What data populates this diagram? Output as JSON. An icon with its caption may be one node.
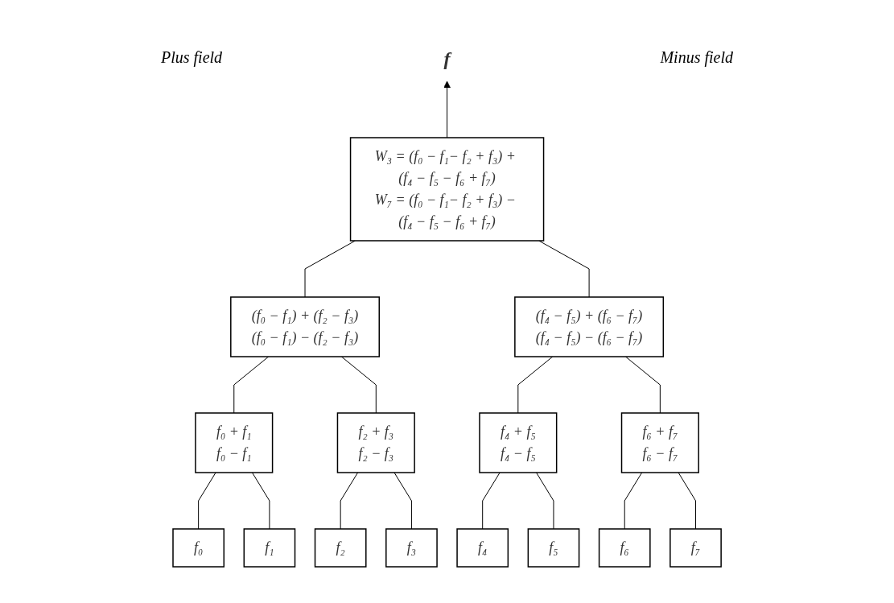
{
  "diagram": {
    "nodes": [
      {
        "text": [
          "f"
        ]
      },
      {
        "text": [
          "W₃ = (f₀ − f₁− f₂ + f₃) + (f₄ − f₅ − f₆ + f₇)",
          "W₇ = (f₀ − f₁− f₂ + f₃) − (f₄ − f₅ − f₆ + f₇)"
        ]
      },
      {
        "text": [
          "(f₀ − f₁) + (f₂ − f₃)",
          "(f₀ − f₁) − (f₂ − f₃)"
        ]
      },
      {
        "text": [
          "(f₄ − f₅) + (f₆ − f₇)",
          "(f₄ − f₅) − (f₆ − f₇)"
        ]
      },
      {
        "text": [
          "f₀ + f₁",
          "f₀ − f₁"
        ]
      },
      {
        "text": [
          "f₂ + f₃",
          "f₂ − f₃"
        ]
      },
      {
        "text": [
          "f₄ + f₅",
          "f₄ − f₅"
        ]
      },
      {
        "text": [
          "f₆ + f₇",
          "f₆ − f₇"
        ]
      },
      {
        "text": [
          "f₀"
        ]
      },
      {
        "text": [
          "f₁"
        ]
      },
      {
        "text": [
          "f₂"
        ]
      },
      {
        "text": [
          "f₃"
        ]
      },
      {
        "text": [
          "f₄"
        ]
      },
      {
        "text": [
          "f₅"
        ]
      },
      {
        "text": [
          "f₆"
        ]
      },
      {
        "text": [
          "f₇"
        ]
      }
    ],
    "edges": [
      {
        "from": 1,
        "to": 0,
        "arrow": "to"
      },
      {
        "from": 1,
        "to": 2,
        "arrow": "none"
      },
      {
        "from": 1,
        "to": 3,
        "arrow": "none"
      },
      {
        "from": 2,
        "to": 4,
        "arrow": "none"
      },
      {
        "from": 2,
        "to": 5,
        "arrow": "none"
      },
      {
        "from": 3,
        "to": 6,
        "arrow": "none"
      },
      {
        "from": 3,
        "to": 7,
        "arrow": "none"
      },
      {
        "from": 4,
        "to": 8,
        "arrow": "none"
      },
      {
        "from": 4,
        "to": 9,
        "arrow": "none"
      },
      {
        "from": 5,
        "to": 10,
        "arrow": "none"
      },
      {
        "from": 5,
        "to": 11,
        "arrow": "none"
      },
      {
        "from": 6,
        "to": 12,
        "arrow": "none"
      },
      {
        "from": 6,
        "to": 13,
        "arrow": "none"
      },
      {
        "from": 7,
        "to": 14,
        "arrow": "none"
      },
      {
        "from": 7,
        "to": 15,
        "arrow": "none"
      }
    ],
    "labels": [
      "Plus field",
      "Minus field"
    ]
  }
}
